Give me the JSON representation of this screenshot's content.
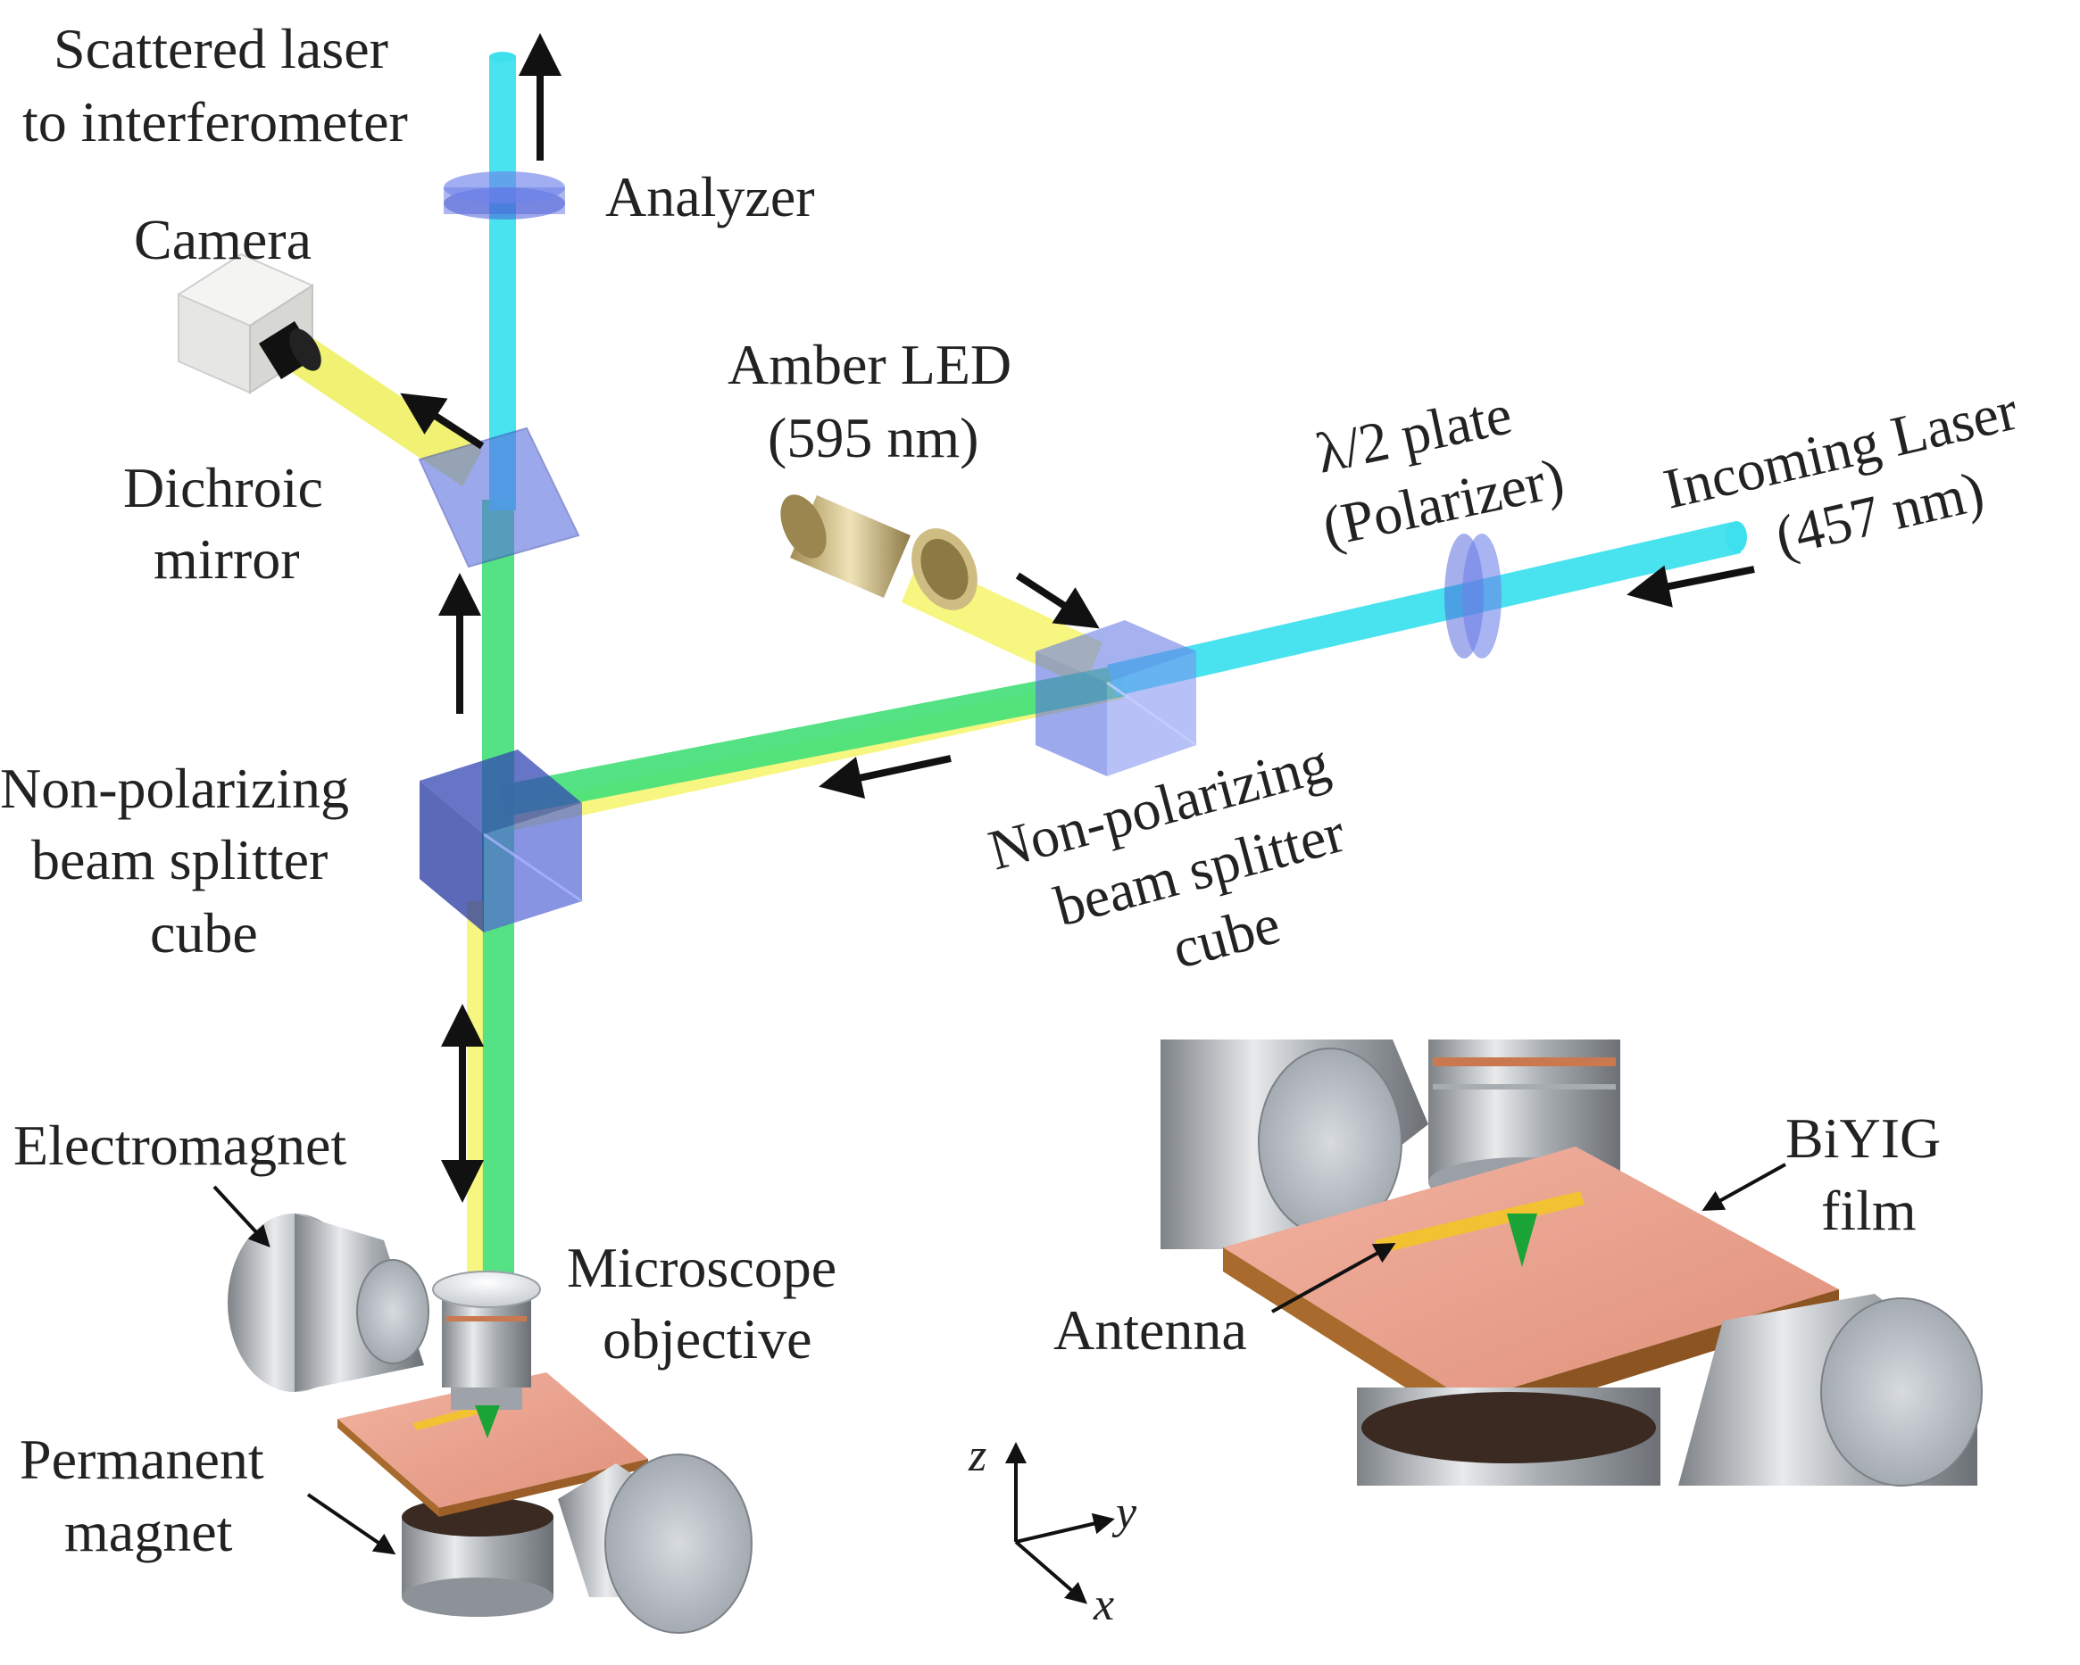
{
  "labels": {
    "scattered_laser": [
      "Scattered laser",
      "to interferometer"
    ],
    "analyzer": "Analyzer",
    "camera": "Camera",
    "dichroic_mirror": [
      "Dichroic",
      "mirror"
    ],
    "amber_led": [
      "Amber LED",
      "(595 nm)"
    ],
    "lambda_plate": [
      "λ/2 plate",
      "(Polarizer)"
    ],
    "incoming_laser": [
      "Incoming Laser",
      "(457 nm)"
    ],
    "bs_cube_left": [
      "Non-polarizing",
      "beam splitter",
      "cube"
    ],
    "bs_cube_right": [
      "Non-polarizing",
      "beam splitter",
      "cube"
    ],
    "electromagnet": "Electromagnet",
    "microscope_objective": [
      "Microscope",
      "objective"
    ],
    "permanent_magnet": [
      "Permanent",
      "magnet"
    ],
    "biyig_film": [
      "BiYIG",
      "film"
    ],
    "antenna": "Antenna",
    "axes": {
      "z": "z",
      "y": "y",
      "x": "x"
    }
  },
  "colors": {
    "laser_beam": "#3fe0ee",
    "led_beam": "#f5f56a",
    "combined_beam": "#45e07a",
    "optic_blue": "#5a6fe0",
    "film": "#eba28e",
    "metal": "#b9bec4",
    "antenna": "#f2c233",
    "excitation_cone": "#1aa336"
  }
}
